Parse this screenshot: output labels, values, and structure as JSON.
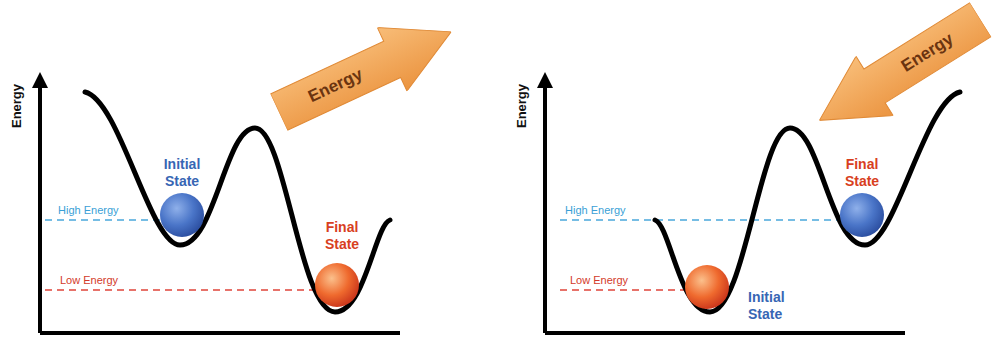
{
  "diagram": {
    "nodes": [
      {
        "text": [
          "Initial State"
        ]
      },
      {
        "text": [
          "Energy"
        ]
      },
      {
        "text": [
          "Final State"
        ]
      },
      {
        "text": [
          "Energy"
        ]
      },
      {
        "text": [
          "Final State"
        ]
      },
      {
        "text": [
          "Initial State"
        ]
      }
    ],
    "labels": [
      "Energy",
      "High Energy",
      "Low Energy",
      "Energy",
      "High Energy",
      "Low Energy"
    ]
  }
}
